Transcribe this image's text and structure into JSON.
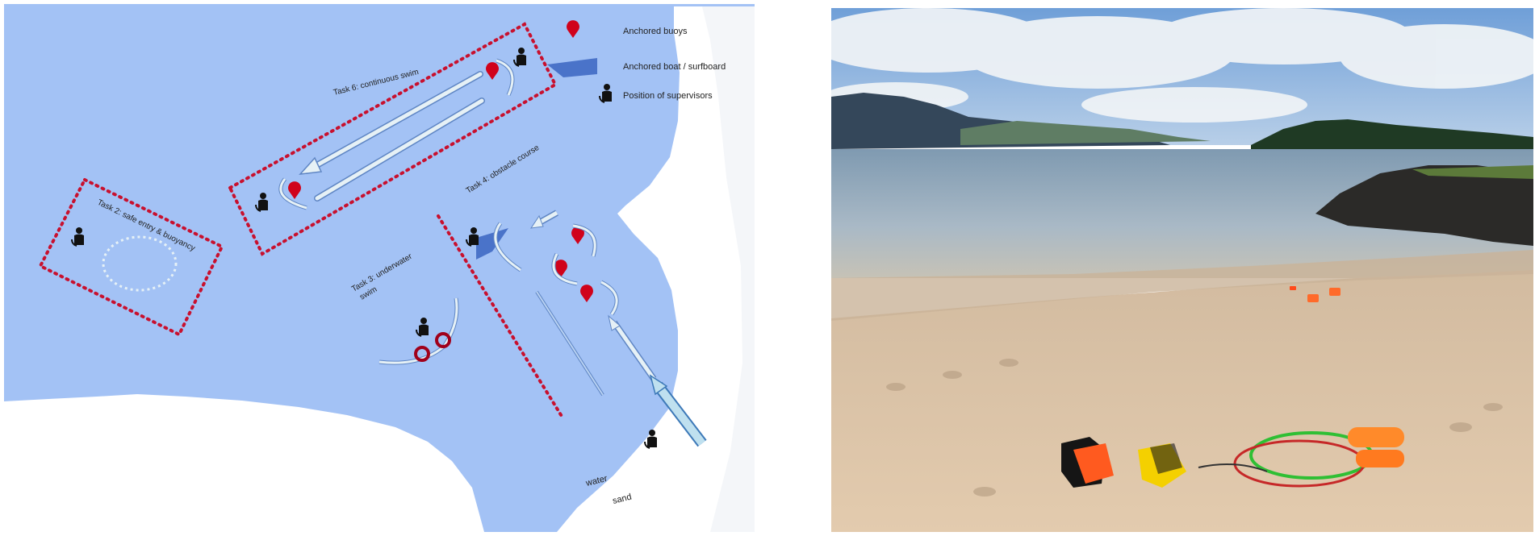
{
  "map": {
    "legend": {
      "buoys": "Anchored buoys",
      "boat": "Anchored boat / surfboard",
      "supervisors": "Position of supervisors"
    },
    "tasks": {
      "task2": "Task 2: safe entry & buoyancy",
      "task3_line1": "Task 3: underwater",
      "task3_line2": "swim",
      "task4": "Task 4: obstacle course",
      "task6": "Task 6: continuous swim"
    },
    "labels": {
      "water": "water",
      "sand": "sand"
    },
    "colors": {
      "water": "#a3c2f5",
      "sand": "#ffffff",
      "zone": "#c8102e",
      "arrow": "#cfe4ec",
      "supervisor": "#111111"
    }
  },
  "photo": {
    "colors": {
      "sky": "#6f9fd8",
      "cloud": "#eef2f6",
      "water": "#a9b9c6",
      "beach": "#ddc4a6",
      "rocks": "#2b2a28"
    }
  }
}
